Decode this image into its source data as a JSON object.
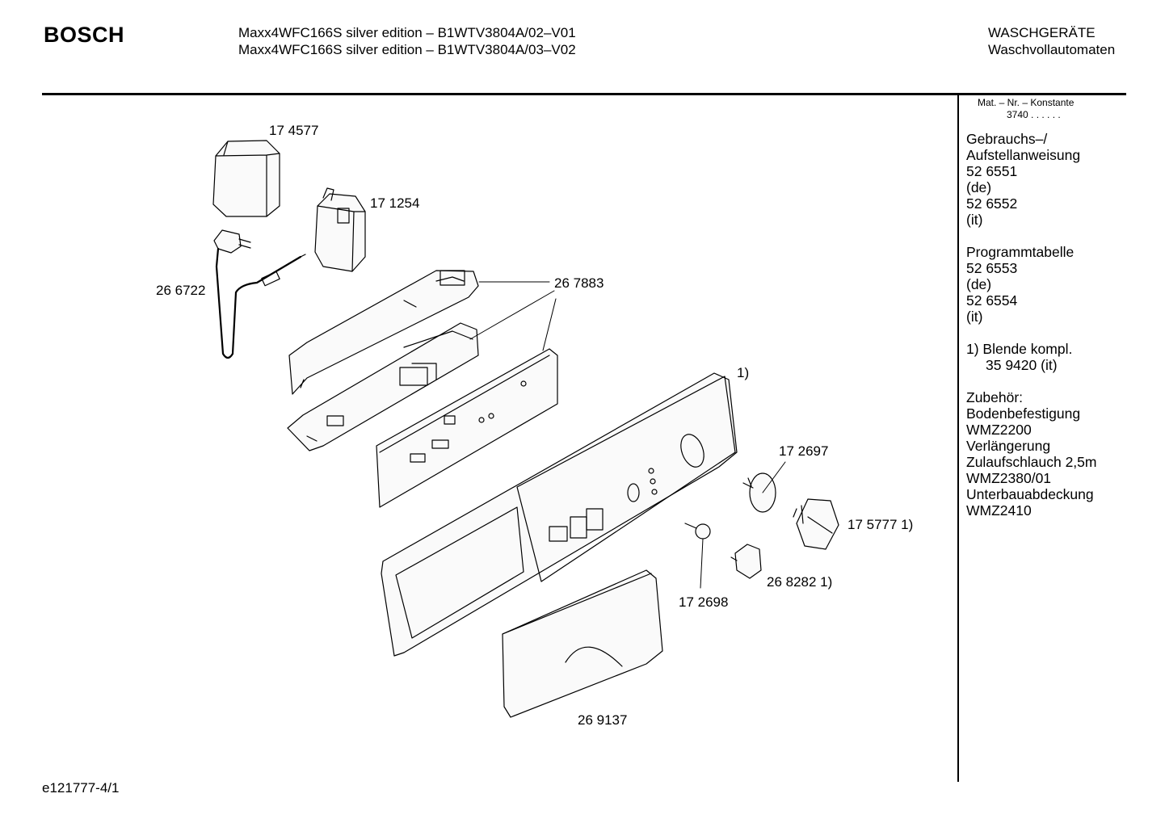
{
  "header": {
    "brand": "BOSCH",
    "model_lines": [
      "Maxx4WFC166S silver edition – B1WTV3804A/02–V01",
      "Maxx4WFC166S silver edition – B1WTV3804A/03–V02"
    ],
    "category_lines": [
      "WASCHGERÄTE",
      "Waschvollautomaten"
    ]
  },
  "sidebar": {
    "mat_label": "Mat. – Nr. – Konstante",
    "mat_value": "3740 . . . . . .",
    "groups": [
      {
        "lines": [
          "Gebrauchs–/",
          "Aufstellanweisung",
          "52 6551",
          "(de)",
          "52 6552",
          "(it)"
        ]
      },
      {
        "lines": [
          "Programmtabelle",
          "52 6553",
          "(de)",
          "52 6554",
          "(it)"
        ]
      },
      {
        "lines": [
          "1) Blende kompl.",
          "35 9420 (it)"
        ]
      },
      {
        "lines": [
          "Zubehör:",
          "Bodenbefestigung",
          "WMZ2200",
          "Verlängerung",
          "Zulaufschlauch 2,5m",
          "WMZ2380/01",
          "Unterbauabdeckung",
          "WMZ2410"
        ]
      }
    ]
  },
  "parts": [
    {
      "number": "17 4577"
    },
    {
      "number": "17 1254"
    },
    {
      "number": "26 6722"
    },
    {
      "number": "26 7883"
    },
    {
      "number": "1)"
    },
    {
      "number": "17 2697"
    },
    {
      "number": "17 5777 1)"
    },
    {
      "number": "26 8282 1)"
    },
    {
      "number": "17 2698"
    },
    {
      "number": "26 9137"
    }
  ],
  "footer": {
    "drawing_id": "e121777-4/1"
  }
}
